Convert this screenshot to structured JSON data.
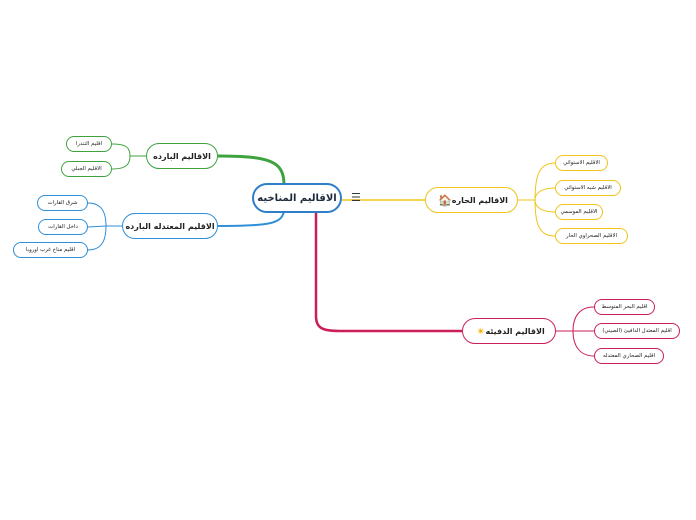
{
  "root": {
    "label": "الاقاليم المناخيه"
  },
  "branches": {
    "cold": {
      "label": "الاقاليم البارده",
      "color": "#3ea33e",
      "items": [
        "اقليم التندرا",
        "الاقليم الجبلي"
      ]
    },
    "temperate": {
      "label": "الاقليم المعتدله البارده",
      "color": "#2f8fd8",
      "items": [
        "شرق القارات",
        "داخل القارات",
        "اقليم مناخ غرب اوروبا"
      ]
    },
    "hot": {
      "label": "الاقاليم الحاره",
      "color": "#f0c419",
      "icon": "house-icon",
      "items": [
        "الاقليم الاستوائي",
        "الاقليم شبه الاستوائي",
        "الاقليم الموسمي",
        "الاقليم الصحراوي الحار"
      ]
    },
    "warm": {
      "label": "الاقاليم الدفيئه",
      "color": "#cc1f58",
      "icon": "star-icon",
      "items": [
        "اقليم البحر المتوسط",
        "اقليم المعتدل الدافيئ (الصيني)",
        "اقليم الصحاري المعتدله"
      ]
    }
  }
}
